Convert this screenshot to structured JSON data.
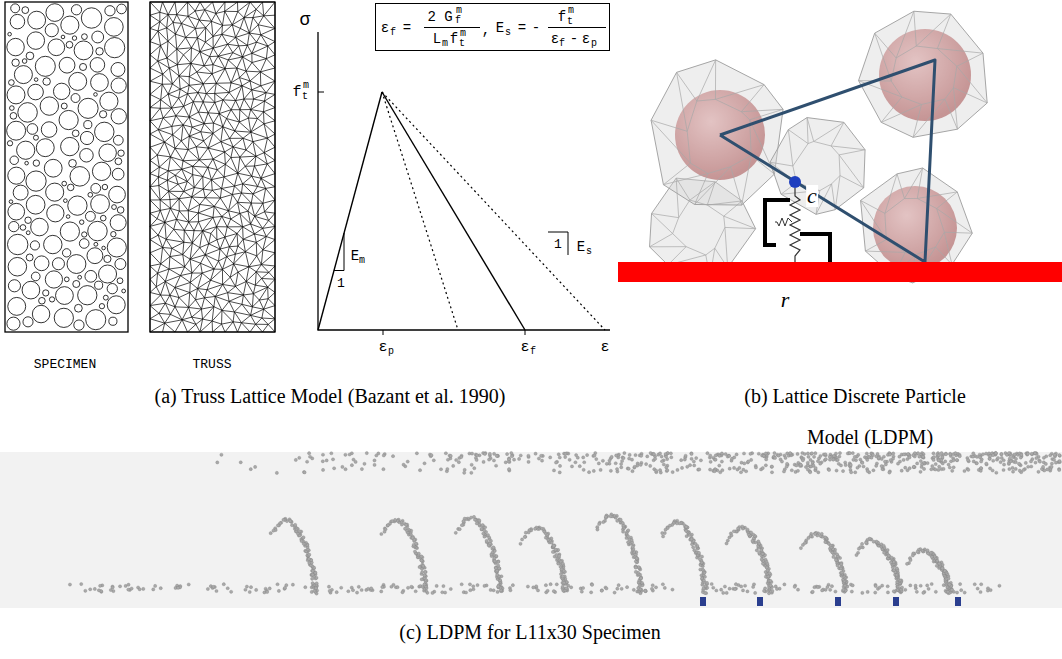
{
  "diagram": {
    "nodes": [
      {
        "text": [
          "ε",
          "f",
          "=",
          "2 G",
          "f",
          "m",
          "L",
          "m",
          "f",
          "t",
          "m",
          ",",
          "E",
          "s",
          "=",
          "-",
          "f",
          "t",
          "m",
          "ε",
          "f",
          "-",
          "ε",
          "p"
        ]
      }
    ],
    "labels": [
      "SPECIMEN",
      "TRUSS",
      "σ",
      "f",
      "t",
      "m",
      "1",
      "E",
      "m",
      "1",
      "E",
      "s",
      "ε",
      "p",
      "ε",
      "f",
      "ε",
      "c",
      "r",
      "(a) Truss Lattice Model (Bazant et al. 1990)",
      "(b) Lattice Discrete Particle",
      "Model (LDPM)",
      "(c) LDPM for L11x30 Specimen"
    ]
  }
}
